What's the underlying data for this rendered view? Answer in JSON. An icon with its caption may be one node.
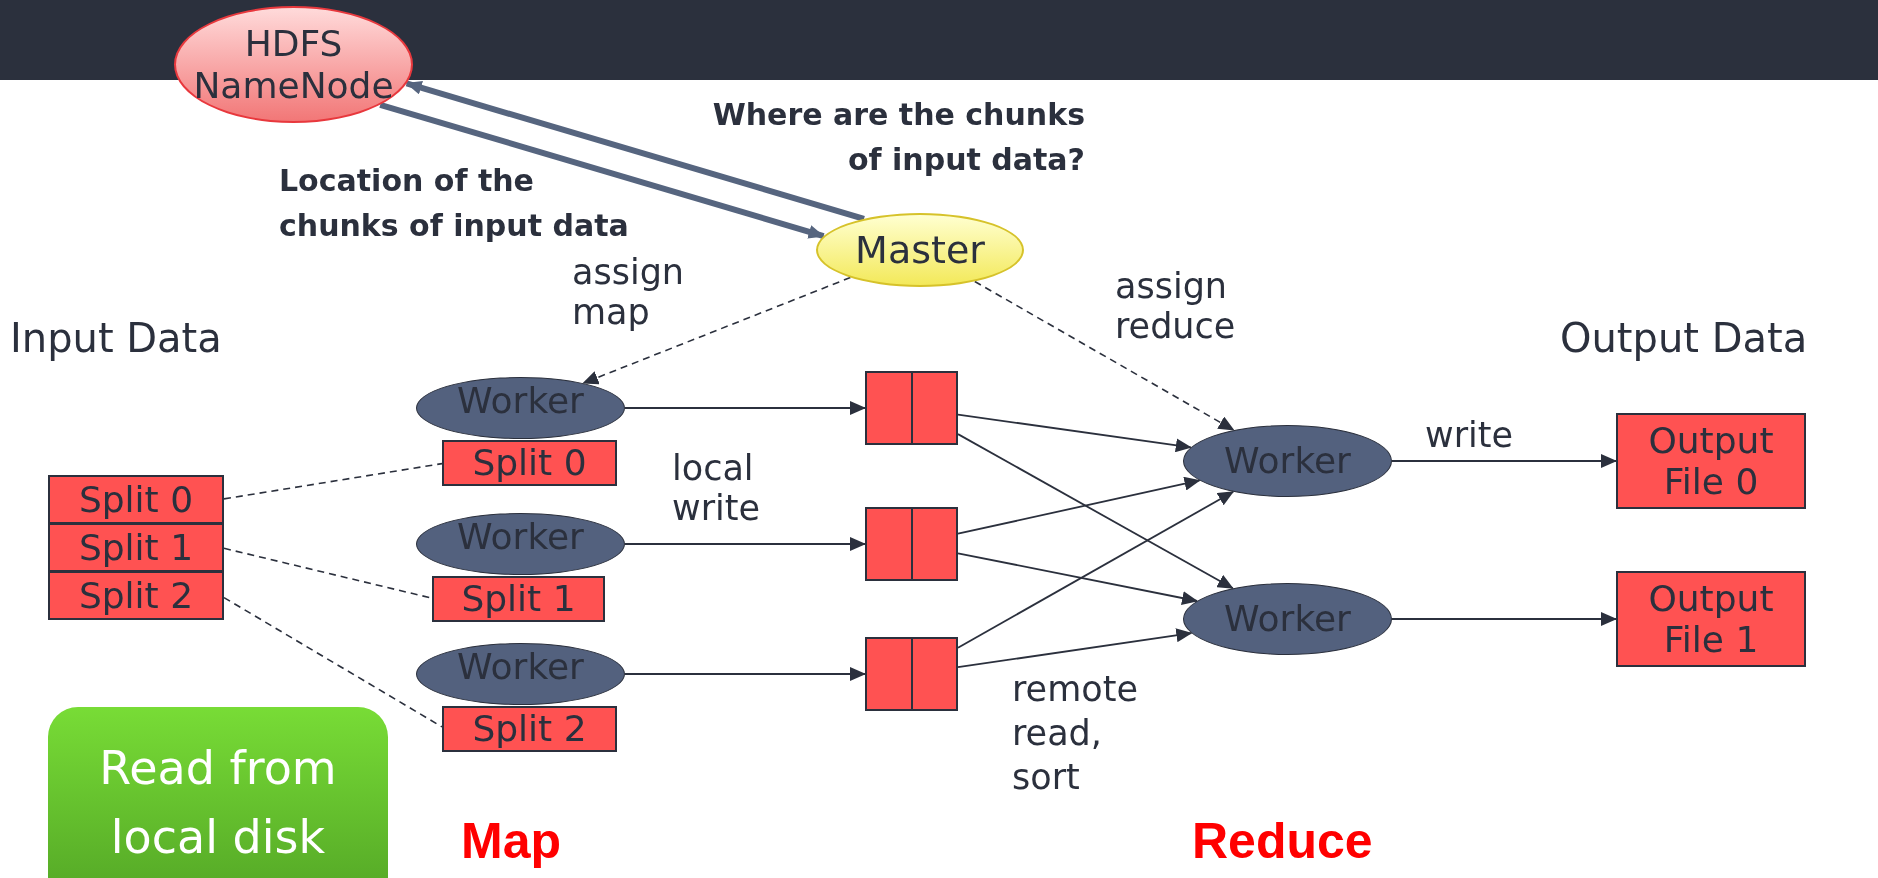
{
  "diagram": {
    "nodes": [
      {
        "text": [
          "HDFS NameNode"
        ]
      },
      {
        "text": [
          "Master"
        ]
      },
      {
        "text": [
          "Worker"
        ]
      },
      {
        "text": [
          "Split 0"
        ]
      },
      {
        "text": [
          "Worker"
        ]
      },
      {
        "text": [
          "Split 1"
        ]
      },
      {
        "text": [
          "Worker"
        ]
      },
      {
        "text": [
          "Split 2"
        ]
      },
      {
        "text": [
          "Split 0"
        ]
      },
      {
        "text": [
          "Split 1"
        ]
      },
      {
        "text": [
          "Split 2"
        ]
      },
      {
        "text": [
          "Read from local disk"
        ]
      },
      {
        "text": [],
        "shape": "box"
      },
      {
        "text": [],
        "shape": "box"
      },
      {
        "text": [],
        "shape": "box"
      },
      {
        "text": [
          "Worker"
        ]
      },
      {
        "text": [
          "Worker"
        ]
      },
      {
        "text": [
          "Output File 0"
        ]
      },
      {
        "text": [
          "Output File 1"
        ]
      }
    ],
    "edges": [
      {
        "from": 1,
        "to": 0,
        "arrow": "to",
        "label": "Where are the chunks of input data?",
        "style": "thick",
        "color": "#56657f"
      },
      {
        "from": 0,
        "to": 1,
        "arrow": "to",
        "label": "Location of the chunks of input data",
        "style": "thick",
        "color": "#56657f"
      },
      {
        "from": 1,
        "to": 2,
        "arrow": "to",
        "label": "assign map",
        "style": "dashed"
      },
      {
        "from": 1,
        "to": 15,
        "arrow": "to",
        "label": "assign reduce",
        "style": "dashed"
      },
      {
        "from": 8,
        "to": 3,
        "arrow": "none",
        "style": "dashed"
      },
      {
        "from": 9,
        "to": 5,
        "arrow": "none",
        "style": "dashed"
      },
      {
        "from": 10,
        "to": 7,
        "arrow": "none",
        "style": "dashed"
      },
      {
        "from": 2,
        "to": 12,
        "arrow": "to"
      },
      {
        "from": 4,
        "to": 13,
        "arrow": "to",
        "label": "local write"
      },
      {
        "from": 6,
        "to": 14,
        "arrow": "to"
      },
      {
        "from": 12,
        "to": 15,
        "arrow": "to"
      },
      {
        "from": 12,
        "to": 16,
        "arrow": "to"
      },
      {
        "from": 13,
        "to": 15,
        "arrow": "to"
      },
      {
        "from": 13,
        "to": 16,
        "arrow": "to"
      },
      {
        "from": 14,
        "to": 15,
        "arrow": "to"
      },
      {
        "from": 14,
        "to": 16,
        "arrow": "to"
      },
      {
        "from": 15,
        "to": 17,
        "arrow": "to",
        "label": "write"
      },
      {
        "from": 16,
        "to": 18,
        "arrow": "to"
      }
    ],
    "labels": [
      "Input Data",
      "Output Data",
      "remote read, sort",
      "Map",
      "Reduce"
    ]
  }
}
